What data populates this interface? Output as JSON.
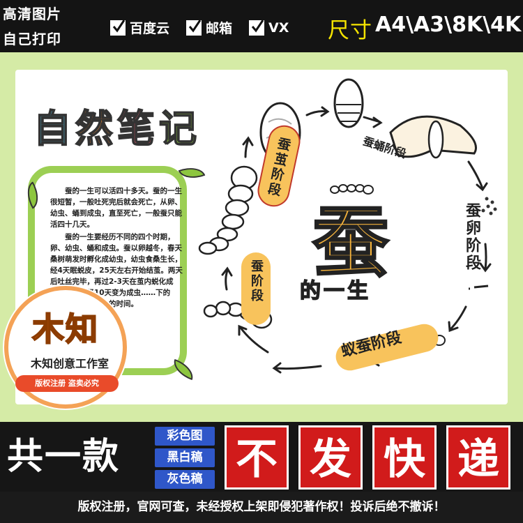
{
  "banner": {
    "line1": "高清图片",
    "line2": "自己打印",
    "checks": [
      "百度云",
      "邮箱",
      "VX"
    ],
    "size_label": "尺寸",
    "size_value": "A4\\A3\\8K\\4K"
  },
  "poster": {
    "note_title": [
      "自",
      "然",
      "笔",
      "记"
    ],
    "note_paragraphs": [
      "蚕的一生可以活四十多天。蚕的一生很短暂，一般吐死完后就会死亡，从卵、幼虫、蛹到成虫，直至死亡，一般蚕只能活四十几天。",
      "蚕的一生要经历不同的四个时期，卵、幼虫、蛹和成虫。蚕以卵越冬，春天桑树萌发时孵化成幼虫，幼虫食桑生长，经4天眠蜕皮，25天左右开始结茧。两天后吐丝完毕，再过2-3天在茧内蜕化成蛹，蛹大约经10天变为成虫……下的卵……完成新……的时间。"
    ],
    "main_char": "蚕",
    "main_sub": "的一生",
    "stages": {
      "cocoon": "蚕茧阶段",
      "pupa": "蚕蛹阶段",
      "egg": "蚕卵阶段",
      "ant": "蚁蚕阶段",
      "larva": "蚕阶段"
    }
  },
  "seal": {
    "logo": "木知",
    "name": "木知创意工作室",
    "ribbon": "版权注册 盗卖必究"
  },
  "bottom": {
    "one_kind": "共一款",
    "tags": [
      "彩色图",
      "黑白稿",
      "灰色稿"
    ],
    "no_express": [
      "不",
      "发",
      "快",
      "递"
    ]
  },
  "footer": "版权注册，官网可查，未经授权上架即侵犯著作权！投诉后绝不撤诉！",
  "colors": {
    "frame_green": "#d5eba6",
    "accent_yellow": "#f5e400",
    "stage_pill": "#f8c35c",
    "tag_blue": "#2f57c9",
    "block_red": "#d11b1b"
  }
}
